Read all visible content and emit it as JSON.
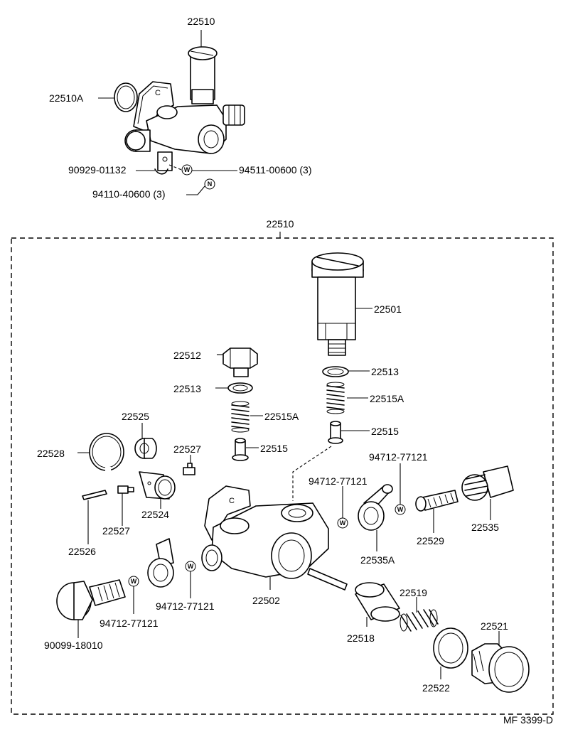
{
  "callouts": {
    "top_assembly": "22510",
    "oring_top": "22510A",
    "clip": "90929-01132",
    "washer_sym": "94511-00600 (3)",
    "nut_sym": "94110-40600 (3)",
    "kit": "22510",
    "pump_plunger": "22501",
    "plug": "22512",
    "gasket_left": "22513",
    "gasket_right": "22513",
    "spring_left": "22515A",
    "spring_right": "22515A",
    "valve_left": "22515",
    "valve_right": "22515",
    "ring_clip": "22528",
    "cap_a": "22525",
    "screw_a": "22527",
    "cap_b": "22524",
    "screw_b": "22527",
    "pin": "22526",
    "gasket_w_upper": "94712-77121",
    "gasket_w_right": "94712-77121",
    "gasket_w_lower": "94712-77121",
    "gasket_w_bolt": "94712-77121",
    "union": "22535A",
    "filter_screen": "22529",
    "inlet_bolt": "22535",
    "body": "22502",
    "hollow_bolt": "90099-18010",
    "sleeve": "22518",
    "spring_small": "22519",
    "washer_large": "22522",
    "cap_nut": "22521",
    "figure_code": "MF 3399-D"
  },
  "symbols": {
    "washer": "W",
    "nut": "N"
  },
  "colors": {
    "ink": "#000000",
    "paper": "#ffffff"
  }
}
